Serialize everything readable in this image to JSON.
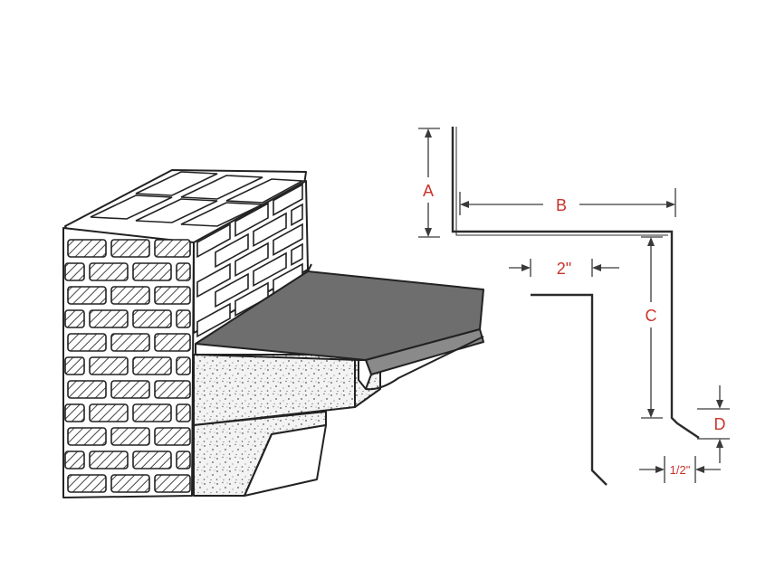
{
  "labels": {
    "a": "A",
    "b": "B",
    "c": "C",
    "d": "D",
    "two_inch": "2\"",
    "half_inch": "1/2\""
  },
  "colors": {
    "dimension_text": "#c8342b",
    "line": "#2b2b2b",
    "dimension_line": "#3a3a3a",
    "cap_top": "#6e6e6e",
    "concrete": "#efefef"
  }
}
